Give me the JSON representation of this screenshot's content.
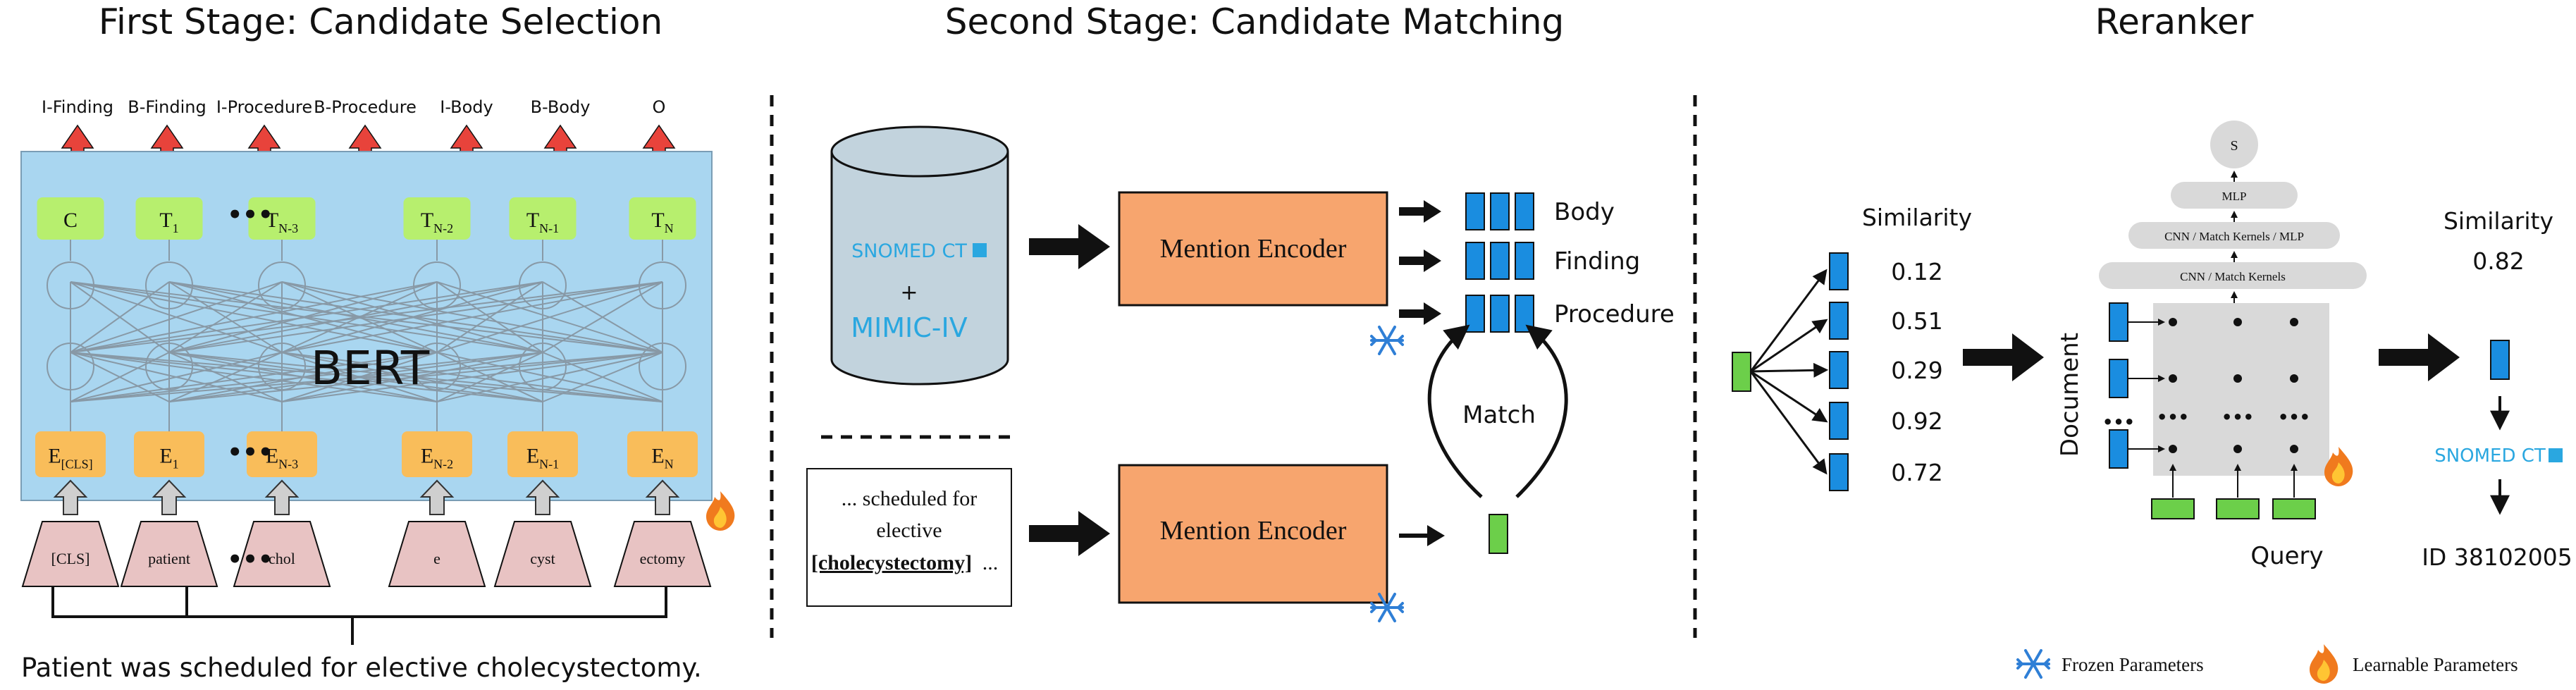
{
  "titles": {
    "stage1": "First Stage: Candidate Selection",
    "stage2": "Second Stage: Candidate Matching",
    "reranker": "Reranker"
  },
  "stage1": {
    "outputs": [
      "I-Finding",
      "B-Finding",
      "I-Procedure",
      "B-Procedure",
      "I-Body",
      "B-Body",
      "O"
    ],
    "hidden": [
      {
        "main": "C",
        "sub": ""
      },
      {
        "main": "T",
        "sub": "1"
      },
      {
        "main": "T",
        "sub": "N-3"
      },
      {
        "main": "T",
        "sub": "N-2"
      },
      {
        "main": "T",
        "sub": "N-1"
      },
      {
        "main": "T",
        "sub": "N"
      }
    ],
    "embeddings": [
      {
        "main": "E",
        "sub": "[CLS]"
      },
      {
        "main": "E",
        "sub": "1"
      },
      {
        "main": "E",
        "sub": "N-3"
      },
      {
        "main": "E",
        "sub": "N-2"
      },
      {
        "main": "E",
        "sub": "N-1"
      },
      {
        "main": "E",
        "sub": "N"
      }
    ],
    "ellipsis": "•••",
    "model": "BERT",
    "tokens": [
      "[CLS]",
      "patient",
      "chol",
      "e",
      "cyst",
      "ectomy"
    ],
    "sentence": "Patient was scheduled for elective cholecystectomy."
  },
  "stage2": {
    "db_logo": "SNOMED CT",
    "db_plus": "+",
    "db_name": "MIMIC-IV",
    "encoder_label": "Mention Encoder",
    "categories": [
      "Body",
      "Finding",
      "Procedure"
    ],
    "match_label": "Match",
    "text_line1": "... scheduled for",
    "text_line2": "elective",
    "text_mention": "[cholecystectomy]",
    "text_tail": "..."
  },
  "reranker": {
    "similarity_label": "Similarity",
    "similarities": [
      "0.12",
      "0.51",
      "0.29",
      "0.92",
      "0.72"
    ],
    "s_label": "S",
    "mlp_label": "MLP",
    "layer2_label": "CNN / Match Kernels / MLP",
    "layer1_label": "CNN / Match Kernels",
    "document_label": "Document",
    "query_label": "Query",
    "ellipsis": "•••",
    "final_similarity": "0.82",
    "logo": "SNOMED CT",
    "result_id": "ID 38102005"
  },
  "legend": {
    "frozen": "Frozen Parameters",
    "learnable": "Learnable Parameters"
  },
  "colors": {
    "bert_bg": "#a9d6f0",
    "hidden_green": "#b7ef6e",
    "embed_orange": "#f9bd5a",
    "token_pink": "#e8c3c3",
    "red_arrow": "#e8433b",
    "encoder_orange": "#f7a56e",
    "vector_blue": "#1a8de0",
    "query_green": "#6ccf4a",
    "snomed_blue": "#2aa7e0",
    "db_gray": "#c2d3dd"
  }
}
